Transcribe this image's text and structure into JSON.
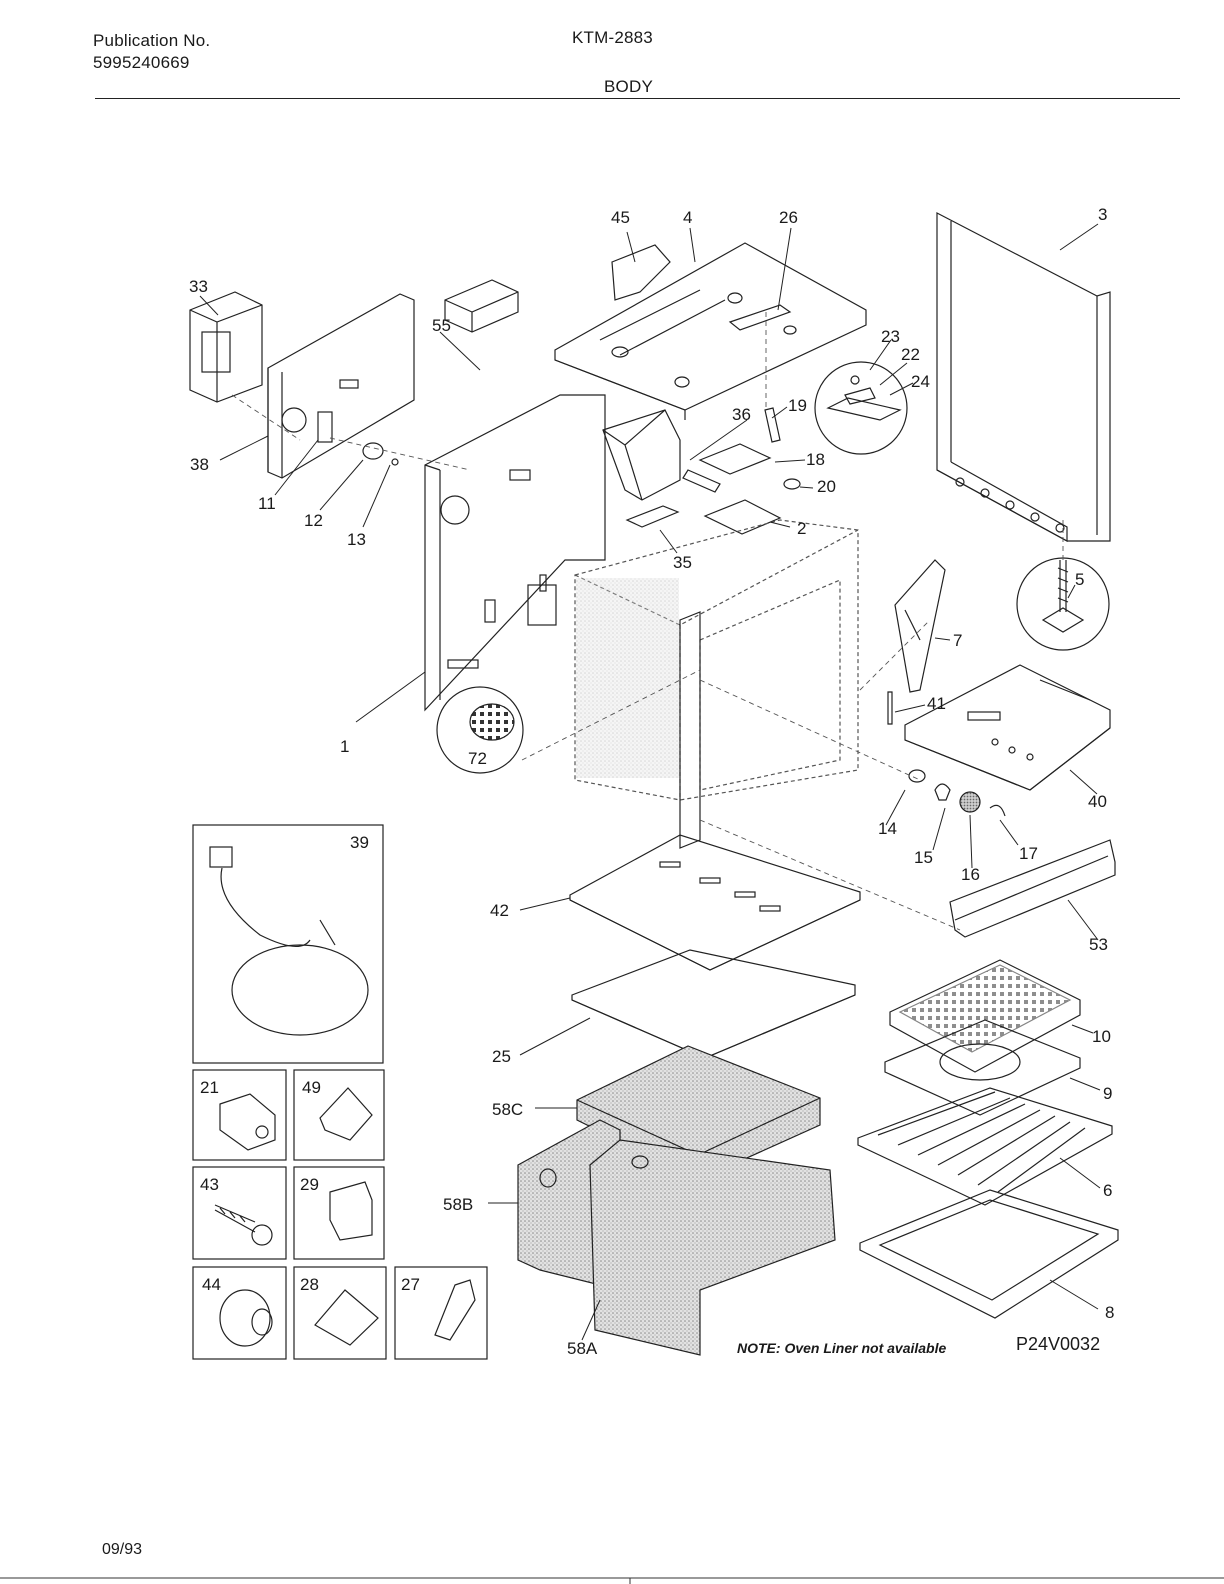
{
  "header": {
    "publication_label": "Publication No.",
    "publication_number": "5995240669",
    "model": "KTM-2883",
    "section": "BODY"
  },
  "callouts": {
    "c1": "1",
    "c2": "2",
    "c3": "3",
    "c4": "4",
    "c5": "5",
    "c6": "6",
    "c7": "7",
    "c8": "8",
    "c9": "9",
    "c10": "10",
    "c11": "11",
    "c12": "12",
    "c13": "13",
    "c14": "14",
    "c15": "15",
    "c16": "16",
    "c17": "17",
    "c18": "18",
    "c19": "19",
    "c20": "20",
    "c21": "21",
    "c22": "22",
    "c23": "23",
    "c24": "24",
    "c25": "25",
    "c26": "26",
    "c27": "27",
    "c28": "28",
    "c29": "29",
    "c33": "33",
    "c35": "35",
    "c36": "36",
    "c38": "38",
    "c39": "39",
    "c40": "40",
    "c41": "41",
    "c42": "42",
    "c43": "43",
    "c44": "44",
    "c45": "45",
    "c49": "49",
    "c53": "53",
    "c55": "55",
    "c58a": "58A",
    "c58b": "58B",
    "c58c": "58C",
    "c72": "72"
  },
  "note": "NOTE: Oven Liner not available",
  "drawing_code": "P24V0032",
  "footer": {
    "date": "09/93"
  }
}
